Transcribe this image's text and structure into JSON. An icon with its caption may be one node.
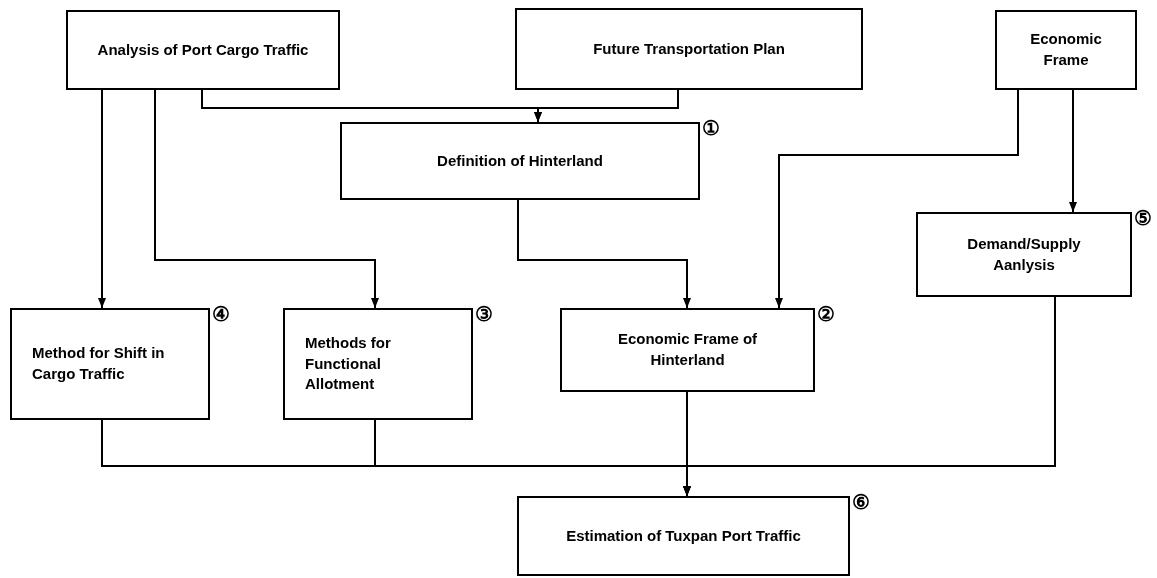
{
  "diagram": {
    "nodes": [
      {
        "text": [
          "Analysis of Port Cargo Traffic"
        ]
      },
      {
        "text": [
          "Future Transportation Plan"
        ]
      },
      {
        "text": [
          "Economic Frame"
        ]
      },
      {
        "text": [
          "Definition of Hinterland"
        ],
        "beside": [
          "①"
        ]
      },
      {
        "text": [
          "Demand/Supply Aanlysis"
        ],
        "beside": [
          "⑤"
        ]
      },
      {
        "text": [
          "Method for Shift in Cargo Traffic"
        ],
        "beside": [
          "④"
        ]
      },
      {
        "text": [
          "Methods for Functional Allotment"
        ],
        "beside": [
          "③"
        ]
      },
      {
        "text": [
          "Economic Frame of Hinterland"
        ],
        "beside": [
          "②"
        ]
      },
      {
        "text": [
          "Estimation of Tuxpan Port Traffic"
        ],
        "beside": [
          "⑥"
        ]
      }
    ],
    "edges": [
      {
        "from": 0,
        "to": 3,
        "arrow": "to"
      },
      {
        "from": 1,
        "to": 3,
        "arrow": "to"
      },
      {
        "from": 0,
        "to": 5,
        "arrow": "to"
      },
      {
        "from": 0,
        "to": 6,
        "arrow": "to"
      },
      {
        "from": 3,
        "to": 7,
        "arrow": "to"
      },
      {
        "from": 2,
        "to": 7,
        "arrow": "to"
      },
      {
        "from": 2,
        "to": 4,
        "arrow": "to"
      },
      {
        "from": 5,
        "to": 8,
        "arrow": "to"
      },
      {
        "from": 6,
        "to": 8,
        "arrow": "to"
      },
      {
        "from": 7,
        "to": 8,
        "arrow": "to"
      },
      {
        "from": 4,
        "to": 8,
        "arrow": "to"
      }
    ]
  }
}
